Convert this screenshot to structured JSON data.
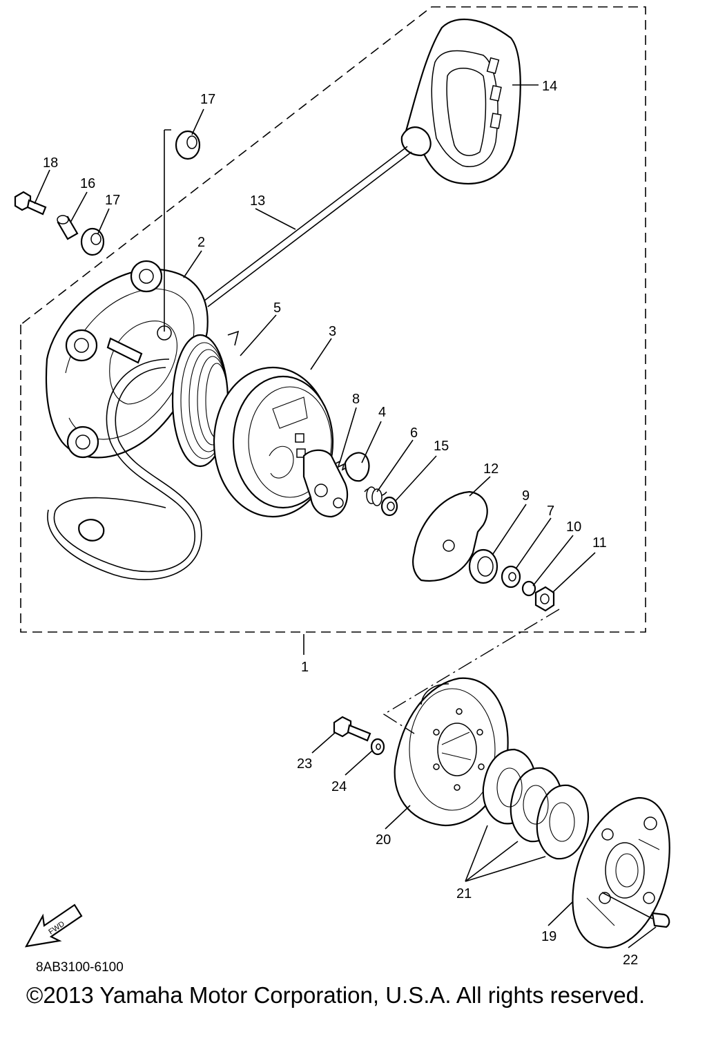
{
  "diagram": {
    "assembly_callout": "1",
    "callouts": [
      "2",
      "3",
      "4",
      "5",
      "6",
      "7",
      "8",
      "9",
      "10",
      "11",
      "12",
      "13",
      "14",
      "15",
      "16",
      "17",
      "17",
      "18",
      "19",
      "20",
      "21",
      "22",
      "23",
      "24"
    ],
    "fwd_label": "FWD",
    "drawing_code": "8AB3100-6100"
  },
  "footer": {
    "copyright": "©2013 Yamaha Motor Corporation, U.S.A. All rights reserved."
  }
}
